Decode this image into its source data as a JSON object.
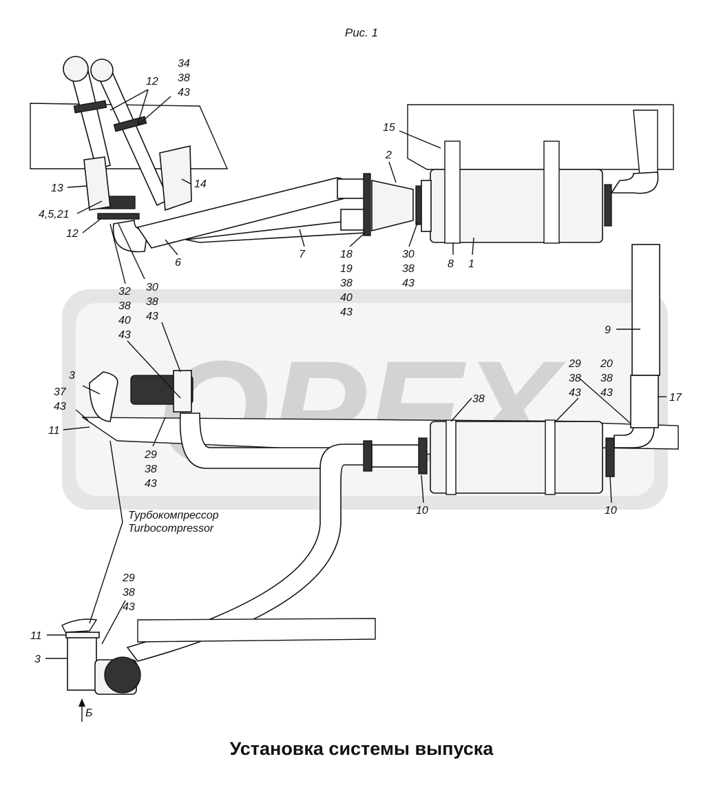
{
  "figure_label": "Рис. 1",
  "title": "Установка системы выпуска",
  "watermark": "OPEX",
  "turbo_label_ru": "Турбокомпрессор",
  "turbo_label_en": "Turbocompressor",
  "view_label": "Б",
  "labels": [
    {
      "id": "l34",
      "text": "34"
    },
    {
      "id": "l38a",
      "text": "38"
    },
    {
      "id": "l43a",
      "text": "43"
    },
    {
      "id": "l12a",
      "text": "12"
    },
    {
      "id": "l15",
      "text": "15"
    },
    {
      "id": "l2",
      "text": "2"
    },
    {
      "id": "l13",
      "text": "13"
    },
    {
      "id": "l14",
      "text": "14"
    },
    {
      "id": "l4521",
      "text": "4,5,21"
    },
    {
      "id": "l12b",
      "text": "12"
    },
    {
      "id": "l6",
      "text": "6"
    },
    {
      "id": "l7",
      "text": "7"
    },
    {
      "id": "l18",
      "text": "18"
    },
    {
      "id": "l19",
      "text": "19"
    },
    {
      "id": "l38b",
      "text": "38"
    },
    {
      "id": "l40a",
      "text": "40"
    },
    {
      "id": "l43b",
      "text": "43"
    },
    {
      "id": "l30a",
      "text": "30"
    },
    {
      "id": "l38c",
      "text": "38"
    },
    {
      "id": "l43c",
      "text": "43"
    },
    {
      "id": "l8",
      "text": "8"
    },
    {
      "id": "l1",
      "text": "1"
    },
    {
      "id": "l32",
      "text": "32"
    },
    {
      "id": "l38d",
      "text": "38"
    },
    {
      "id": "l40b",
      "text": "40"
    },
    {
      "id": "l43d",
      "text": "43"
    },
    {
      "id": "l30b",
      "text": "30"
    },
    {
      "id": "l38e",
      "text": "38"
    },
    {
      "id": "l43e",
      "text": "43"
    },
    {
      "id": "l9",
      "text": "9"
    },
    {
      "id": "l29a",
      "text": "29"
    },
    {
      "id": "l38f",
      "text": "38"
    },
    {
      "id": "l43f",
      "text": "43"
    },
    {
      "id": "l20",
      "text": "20"
    },
    {
      "id": "l38g",
      "text": "38"
    },
    {
      "id": "l43g",
      "text": "43"
    },
    {
      "id": "l17",
      "text": "17"
    },
    {
      "id": "l3a",
      "text": "3"
    },
    {
      "id": "l37",
      "text": "37"
    },
    {
      "id": "l43h",
      "text": "43"
    },
    {
      "id": "l38h",
      "text": "38"
    },
    {
      "id": "l11a",
      "text": "11"
    },
    {
      "id": "l29b",
      "text": "29"
    },
    {
      "id": "l38i",
      "text": "38"
    },
    {
      "id": "l43i",
      "text": "43"
    },
    {
      "id": "l10a",
      "text": "10"
    },
    {
      "id": "l10b",
      "text": "10"
    },
    {
      "id": "l29c",
      "text": "29"
    },
    {
      "id": "l38j",
      "text": "38"
    },
    {
      "id": "l43j",
      "text": "43"
    },
    {
      "id": "l11b",
      "text": "11"
    },
    {
      "id": "l3b",
      "text": "3"
    }
  ]
}
